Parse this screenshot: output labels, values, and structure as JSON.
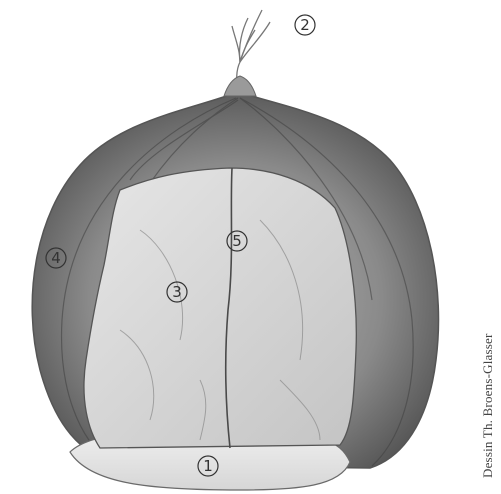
{
  "colors": {
    "shell_dark": "#5a5a5a",
    "shell_mid": "#8f8f8f",
    "kernel_light": "#d9d9d9",
    "base_light": "#e8e8e8",
    "ink": "#333333"
  },
  "labels": {
    "l1": "1",
    "l2": "2",
    "l3": "3",
    "l4": "4",
    "l5": "5"
  },
  "credit": "Dessin Th. Broens-Glasser"
}
